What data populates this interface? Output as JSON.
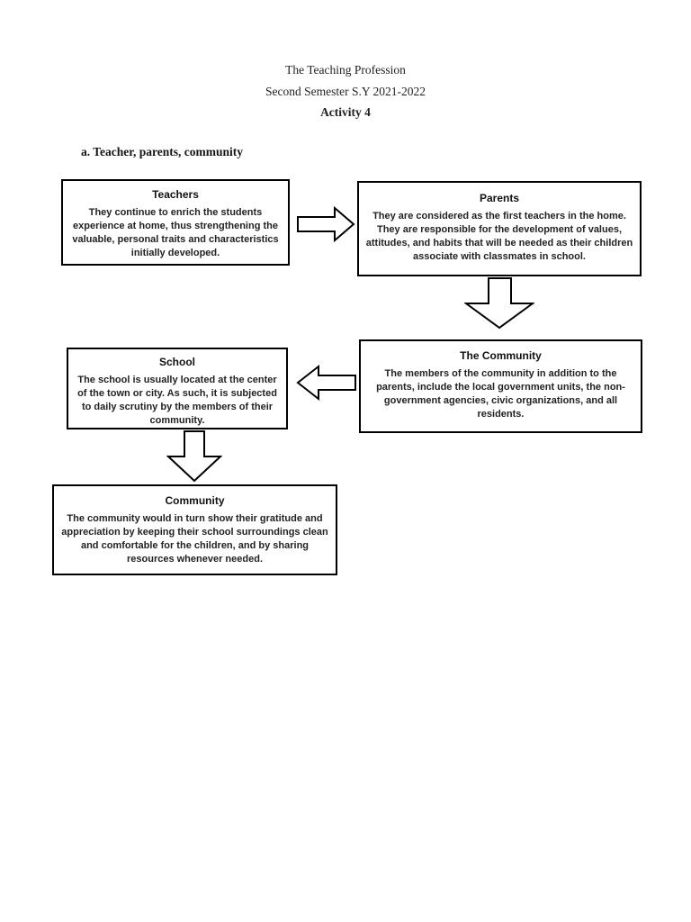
{
  "header": {
    "line1": "The Teaching Profession",
    "line2": "Second Semester S.Y 2021-2022",
    "line3": "Activity 4"
  },
  "section": {
    "heading": "a. Teacher, parents, community"
  },
  "diagram": {
    "flow_order": [
      "Teachers",
      "Parents",
      "The Community",
      "School",
      "Community"
    ],
    "colors": {
      "border": "#000000",
      "fill": "#ffffff",
      "text": "#222222"
    },
    "nodes": [
      {
        "id": "teachers",
        "title": "Teachers",
        "body": "They continue to enrich the students experience at home, thus strengthening the valuable, personal traits and characteristics initially developed."
      },
      {
        "id": "parents",
        "title": "Parents",
        "body": "They are considered as the first teachers in the home. They are responsible for the development of values, attitudes, and habits that will be needed as their children associate with classmates in school."
      },
      {
        "id": "the-community",
        "title": "The Community",
        "body": "The members of the community in addition to the parents, include the local government units, the non-government agencies, civic organizations, and all residents."
      },
      {
        "id": "school",
        "title": "School",
        "body": "The school is usually located at the center of the town or city. As such, it is subjected to daily scrutiny by the members of their community."
      },
      {
        "id": "community",
        "title": "Community",
        "body": "The community would in turn show their gratitude and appreciation by keeping their school surroundings clean and comfortable for the children, and by sharing resources whenever needed."
      }
    ],
    "arrows": [
      {
        "id": "teachers-to-parents",
        "direction": "right"
      },
      {
        "id": "parents-to-the-community",
        "direction": "down"
      },
      {
        "id": "the-community-to-school",
        "direction": "left"
      },
      {
        "id": "school-to-community",
        "direction": "down"
      }
    ]
  }
}
